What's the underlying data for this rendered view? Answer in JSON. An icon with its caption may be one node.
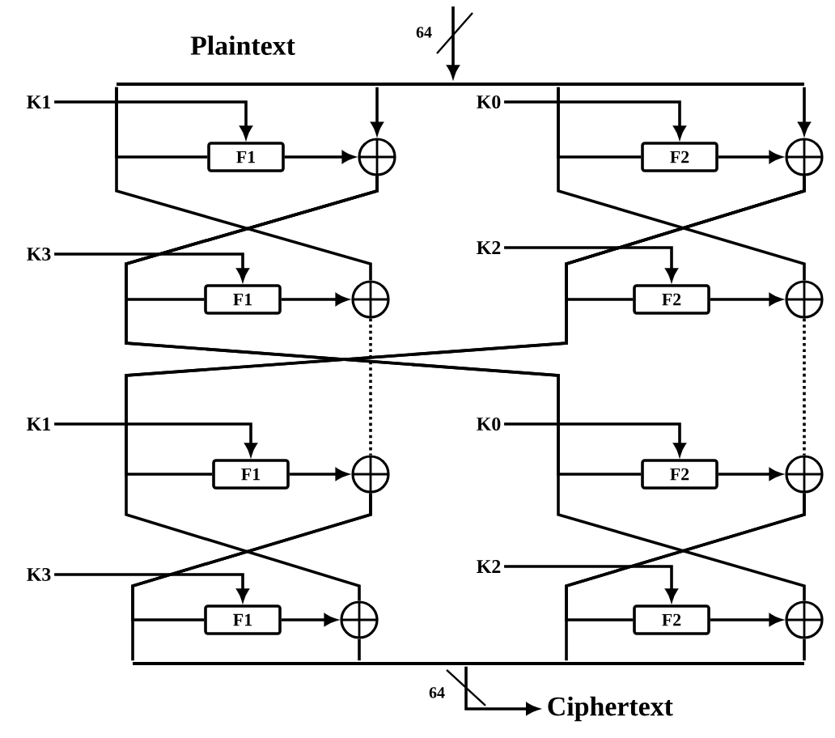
{
  "diagram": {
    "nodes": [
      {
        "text": [
          "K1"
        ]
      },
      {
        "text": [
          "F1"
        ]
      },
      {
        "text": [],
        "shape": "circle"
      },
      {
        "text": [
          "K0"
        ]
      },
      {
        "text": [
          "F2"
        ]
      },
      {
        "text": [],
        "shape": "circle"
      },
      {
        "text": [
          "K3"
        ]
      },
      {
        "text": [
          "F1"
        ]
      },
      {
        "text": [],
        "shape": "circle"
      },
      {
        "text": [
          "K2"
        ]
      },
      {
        "text": [
          "F2"
        ]
      },
      {
        "text": [],
        "shape": "circle"
      },
      {
        "text": [
          "K1"
        ]
      },
      {
        "text": [
          "F1"
        ]
      },
      {
        "text": [],
        "shape": "circle"
      },
      {
        "text": [
          "K0"
        ]
      },
      {
        "text": [
          "F2"
        ]
      },
      {
        "text": [],
        "shape": "circle"
      },
      {
        "text": [
          "K3"
        ]
      },
      {
        "text": [
          "F1"
        ]
      },
      {
        "text": [],
        "shape": "circle"
      },
      {
        "text": [
          "K2"
        ]
      },
      {
        "text": [
          "F2"
        ]
      },
      {
        "text": [],
        "shape": "circle"
      },
      {
        "text": [
          "Ciphertext"
        ]
      },
      {
        "text": [],
        "shape": "bar"
      },
      {
        "text": [],
        "shape": "bar"
      }
    ],
    "edges": [
      {
        "from": null,
        "to": 25,
        "arrow": "to"
      },
      {
        "from": 25,
        "to": 2,
        "arrow": "to"
      },
      {
        "from": 25,
        "to": 5,
        "arrow": "to"
      },
      {
        "from": 0,
        "to": 1,
        "arrow": "to"
      },
      {
        "from": 3,
        "to": 4,
        "arrow": "to"
      },
      {
        "from": 6,
        "to": 7,
        "arrow": "to"
      },
      {
        "from": 9,
        "to": 10,
        "arrow": "to"
      },
      {
        "from": 12,
        "to": 13,
        "arrow": "to"
      },
      {
        "from": 15,
        "to": 16,
        "arrow": "to"
      },
      {
        "from": 18,
        "to": 19,
        "arrow": "to"
      },
      {
        "from": 21,
        "to": 22,
        "arrow": "to"
      },
      {
        "from": 1,
        "to": 2,
        "arrow": "to"
      },
      {
        "from": 4,
        "to": 5,
        "arrow": "to"
      },
      {
        "from": 7,
        "to": 8,
        "arrow": "to"
      },
      {
        "from": 10,
        "to": 11,
        "arrow": "to"
      },
      {
        "from": 13,
        "to": 14,
        "arrow": "to"
      },
      {
        "from": 16,
        "to": 17,
        "arrow": "to"
      },
      {
        "from": 19,
        "to": 20,
        "arrow": "to"
      },
      {
        "from": 22,
        "to": 23,
        "arrow": "to"
      },
      {
        "from": 25,
        "to": 1,
        "arrow": "none"
      },
      {
        "from": 25,
        "to": 8,
        "arrow": "none"
      },
      {
        "from": 2,
        "to": 7,
        "arrow": "none"
      },
      {
        "from": 2,
        "to": 16,
        "arrow": "none"
      },
      {
        "from": 2,
        "to": 23,
        "arrow": "none"
      },
      {
        "from": 25,
        "to": 4,
        "arrow": "none"
      },
      {
        "from": 25,
        "to": 11,
        "arrow": "none"
      },
      {
        "from": 5,
        "to": 10,
        "arrow": "none"
      },
      {
        "from": 5,
        "to": 13,
        "arrow": "none"
      },
      {
        "from": 5,
        "to": 20,
        "arrow": "none"
      },
      {
        "from": 8,
        "to": 14,
        "arrow": "none",
        "style": "dashed"
      },
      {
        "from": 14,
        "to": 19,
        "arrow": "none"
      },
      {
        "from": 14,
        "to": 26,
        "arrow": "none"
      },
      {
        "from": 11,
        "to": 17,
        "arrow": "none",
        "style": "dashed"
      },
      {
        "from": 17,
        "to": 22,
        "arrow": "none"
      },
      {
        "from": 17,
        "to": 26,
        "arrow": "none"
      },
      {
        "from": 20,
        "to": 26,
        "arrow": "none"
      },
      {
        "from": 23,
        "to": 26,
        "arrow": "none"
      },
      {
        "from": 26,
        "to": 24,
        "arrow": "to"
      }
    ],
    "labels": [
      "Plaintext",
      "64",
      "64"
    ]
  }
}
